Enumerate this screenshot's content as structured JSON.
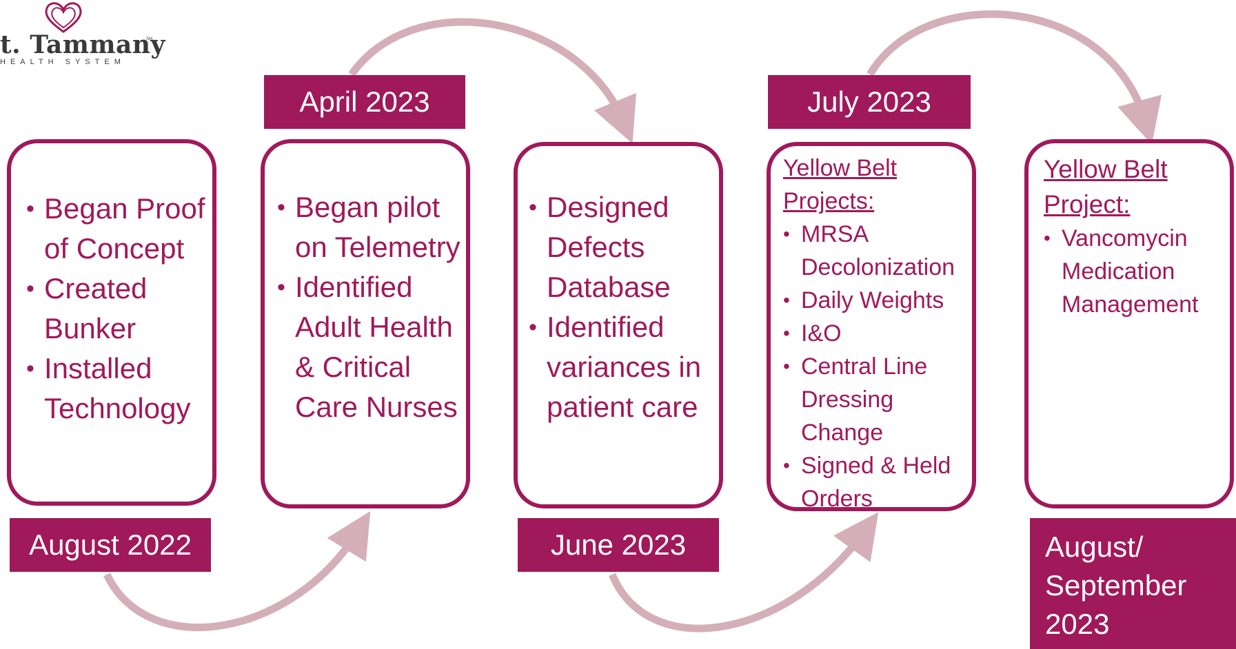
{
  "logo": {
    "name": "t. Tammany",
    "service_mark": "SM",
    "subtitle": "HEALTH SYSTEM"
  },
  "colors": {
    "accent": "#a0195a",
    "arrow": "#d4aeb9",
    "logo_text": "#3a3a3a"
  },
  "steps": [
    {
      "date": "August 2022",
      "items": [
        "Began Proof of Concept",
        "Created Bunker",
        "Installed Technology"
      ]
    },
    {
      "date": "April 2023",
      "items": [
        "Began pilot on Telemetry",
        "Identified Adult Health & Critical Care Nurses"
      ]
    },
    {
      "date": "June 2023",
      "items": [
        "Designed Defects Database",
        "Identified variances in patient care"
      ]
    },
    {
      "date": "July 2023",
      "heading": "Yellow Belt Projects:",
      "items": [
        "MRSA Decolonization",
        "Daily Weights",
        "I&O",
        "Central Line Dressing Change",
        "Signed & Held Orders"
      ]
    },
    {
      "date": "August/ September 2023",
      "heading": "Yellow Belt Project:",
      "items": [
        "Vancomycin Medication Management"
      ]
    }
  ]
}
